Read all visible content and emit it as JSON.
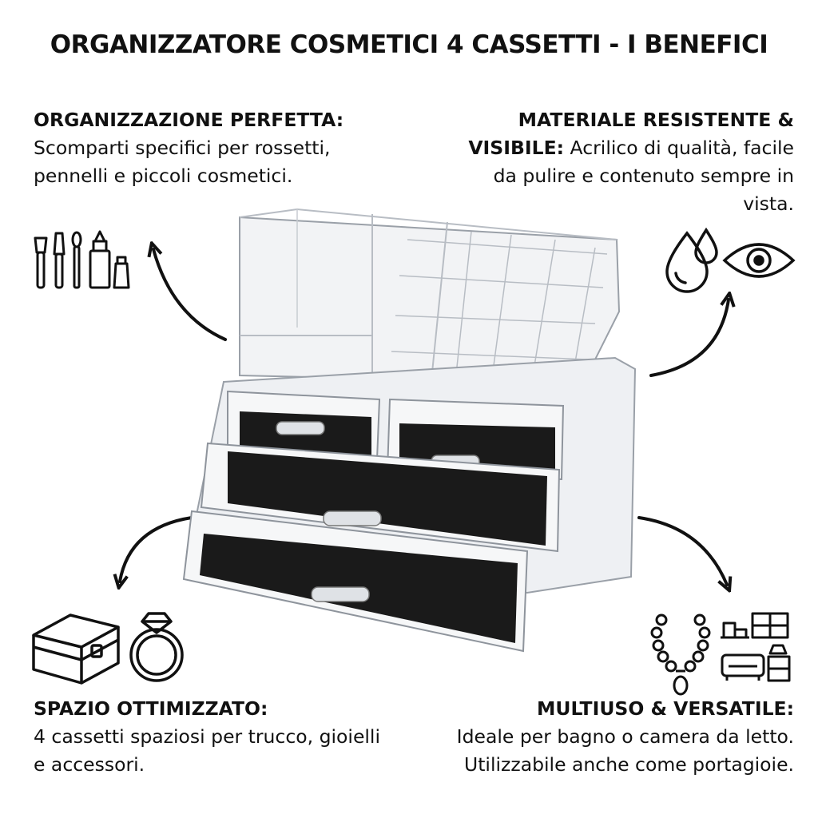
{
  "title": "ORGANIZZATORE COSMETICI 4 CASSETTI - I BENEFICI",
  "benefits": {
    "top_left": {
      "heading": "ORGANIZZAZIONE PERFETTA:",
      "text": "Scomparti specifici per rossetti, pennelli e piccoli cosmetici."
    },
    "top_right": {
      "heading": "MATERIALE RESISTENTE & VISIBILE:",
      "text": "Acrilico di qualità, facile da pulire e contenuto sempre in vista."
    },
    "bottom_left": {
      "heading": "SPAZIO OTTIMIZZATO:",
      "text": "4 cassetti spaziosi per trucco, gioielli e accessori."
    },
    "bottom_right": {
      "heading": "MULTIUSO & VERSATILE:",
      "line1": "Ideale per bagno o camera da letto.",
      "line2": "Utilizzabile anche come portagioie."
    }
  },
  "icons": {
    "top_left": "makeup-tools-icon",
    "top_right": [
      "water-drops-icon",
      "eye-icon"
    ],
    "bottom_left": [
      "jewelry-box-icon",
      "diamond-ring-icon"
    ],
    "bottom_right": [
      "necklace-icon",
      "furniture-icon"
    ]
  },
  "colors": {
    "text": "#111111",
    "background": "#ffffff",
    "drawer_lining": "#1a1a1a"
  }
}
